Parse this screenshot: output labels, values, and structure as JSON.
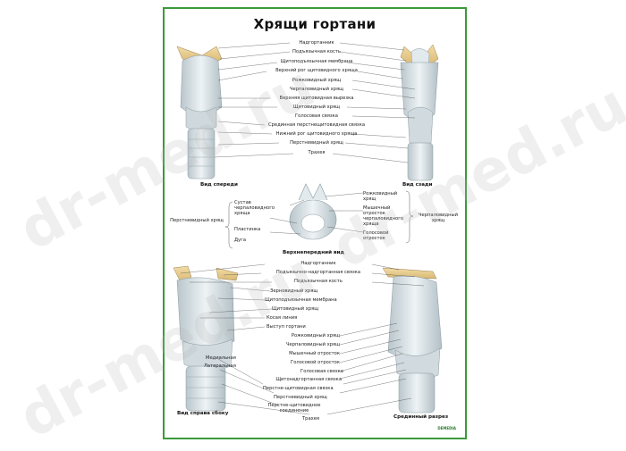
{
  "poster": {
    "title": "Хрящи гортани",
    "views": {
      "front": "Вид спереди",
      "back": "Вид сзади",
      "top": "Верхнепередний вид",
      "side": "Вид справа сбоку",
      "median": "Срединный разрез"
    },
    "top_center_labels": [
      "Надгортанник",
      "Подъязычная кость",
      "Щитоподъязычная мембрана",
      "Верхний рог щитовидного хряща",
      "Рожковидный хрящ",
      "Черпаловидный хрящ",
      "Верхняя щитовидная вырезка",
      "Щитовидный хрящ",
      "Голосовая связка",
      "Срединная перстнещитовидная связка",
      "Нижний рог щитовидного хряща",
      "Перстневидный хрящ",
      "Трахея"
    ],
    "mid_left_group": "Перстневидный хрящ",
    "mid_left_items": [
      "Сустав черпаловидного хряща",
      "Пластинка",
      "Дуга"
    ],
    "mid_right_group": "Черпаловидный хрящ",
    "mid_right_items": [
      "Рожковидный хрящ",
      "Мышечный отросток черпаловидного хряща",
      "Голосовой отросток"
    ],
    "bottom_upper_labels": [
      "Надгортанник",
      "Подъязычно-надгортанная связка",
      "Подъязычная кость",
      "Зерновидный хрящ",
      "Щитоподъязычная мембрана",
      "Щитовидный хрящ",
      "Косая линия",
      "Выступ гортани"
    ],
    "bottom_lower_labels": [
      "Рожковидный хрящ",
      "Черпаловидный хрящ",
      "Мышечный отросток",
      "Голосовой отросток",
      "Голосовая связка",
      "Щитонадгортанная связка",
      "Перстне-щитовидная связка",
      "Перстневидный хрящ",
      "Перстне-щитовидное соединение",
      "Трахея"
    ],
    "side_small": [
      "Медиальная",
      "Латеральная"
    ],
    "publisher": "DEMEDIA"
  },
  "watermark": "dr-med.ru",
  "colors": {
    "border": "#3a9a3a",
    "cartilage": "#dfe7ea",
    "bone": "#e8cf95",
    "line": "#333333"
  }
}
